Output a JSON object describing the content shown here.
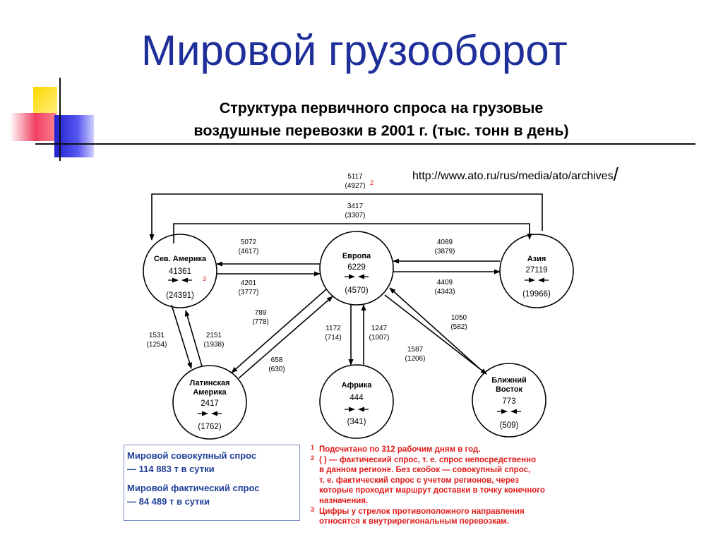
{
  "slide": {
    "title": "Мировой грузооборот",
    "subtitle_line1": "Структура первичного спроса на грузовые",
    "subtitle_line2": "воздушные перевозки в 2001 г. (тыс. тонн в день)",
    "source_url": "http://www.ato.ru/rus/media/ato/archives",
    "source_slash": "/"
  },
  "colors": {
    "title": "#1f2f9a",
    "footnote": "#e01a1a",
    "totals_text": "#1f3f98",
    "deco_yellow": "#ffd800",
    "deco_red": "#f04060",
    "deco_blue": "#2020d0"
  },
  "regions": {
    "na": {
      "name": "Сев. Америка",
      "total": "41361",
      "actual": "(24391)",
      "note_ref": "3"
    },
    "eu": {
      "name": "Европа",
      "total": "6229",
      "actual": "(4570)"
    },
    "as": {
      "name": "Азия",
      "total": "27119",
      "actual": "(19966)"
    },
    "la": {
      "name_line1": "Латинская",
      "name_line2": "Америка",
      "total": "2417",
      "actual": "(1762)"
    },
    "af": {
      "name": "Африка",
      "total": "444",
      "actual": "(341)"
    },
    "me": {
      "name_line1": "Ближний",
      "name_line2": "Восток",
      "total": "773",
      "actual": "(509)"
    }
  },
  "flows": {
    "as_na": {
      "total": "5117",
      "actual": "(4927)",
      "note_ref": "2"
    },
    "na_as": {
      "total": "3417",
      "actual": "(3307)"
    },
    "eu_na": {
      "total": "5072",
      "actual": "(4617)"
    },
    "na_eu": {
      "total": "4201",
      "actual": "(3777)"
    },
    "as_eu": {
      "total": "4089",
      "actual": "(3879)"
    },
    "eu_as": {
      "total": "4409",
      "actual": "(4343)"
    },
    "eu_la": {
      "total": "789",
      "actual": "(778)"
    },
    "la_eu": {
      "total": "658",
      "actual": "(630)"
    },
    "na_la": {
      "total": "1531",
      "actual": "(1254)"
    },
    "la_na": {
      "total": "2151",
      "actual": "(1938)"
    },
    "eu_af": {
      "total": "1172",
      "actual": "(714)"
    },
    "af_eu": {
      "total": "1247",
      "actual": "(1007)"
    },
    "me_eu": {
      "total": "1050",
      "actual": "(582)"
    },
    "eu_me": {
      "total": "1587",
      "actual": "(1206)"
    }
  },
  "totals": {
    "aggregate_line1": "Мировой совокупный спрос",
    "aggregate_line2": "— 114 883 т в сутки",
    "actual_line1": "Мировой фактический спрос",
    "actual_line2": "— 84 489 т в сутки"
  },
  "footnotes": [
    {
      "num": "1",
      "lines": [
        "Подсчитано по 312 рабочим дням в год."
      ]
    },
    {
      "num": "2",
      "lines": [
        "( ) — фактический спрос, т. е. спрос непосредственно",
        "в данном регионе. Без скобок — совокупный спрос,",
        "т. е. фактический спрос с учетом регионов, через",
        "которые проходит маршрут доставки в точку конечного",
        "назначения."
      ]
    },
    {
      "num": "3",
      "lines": [
        "Цифры у стрелок противоположного направления",
        "относятся к внутрирегиональным перевозкам."
      ]
    }
  ]
}
